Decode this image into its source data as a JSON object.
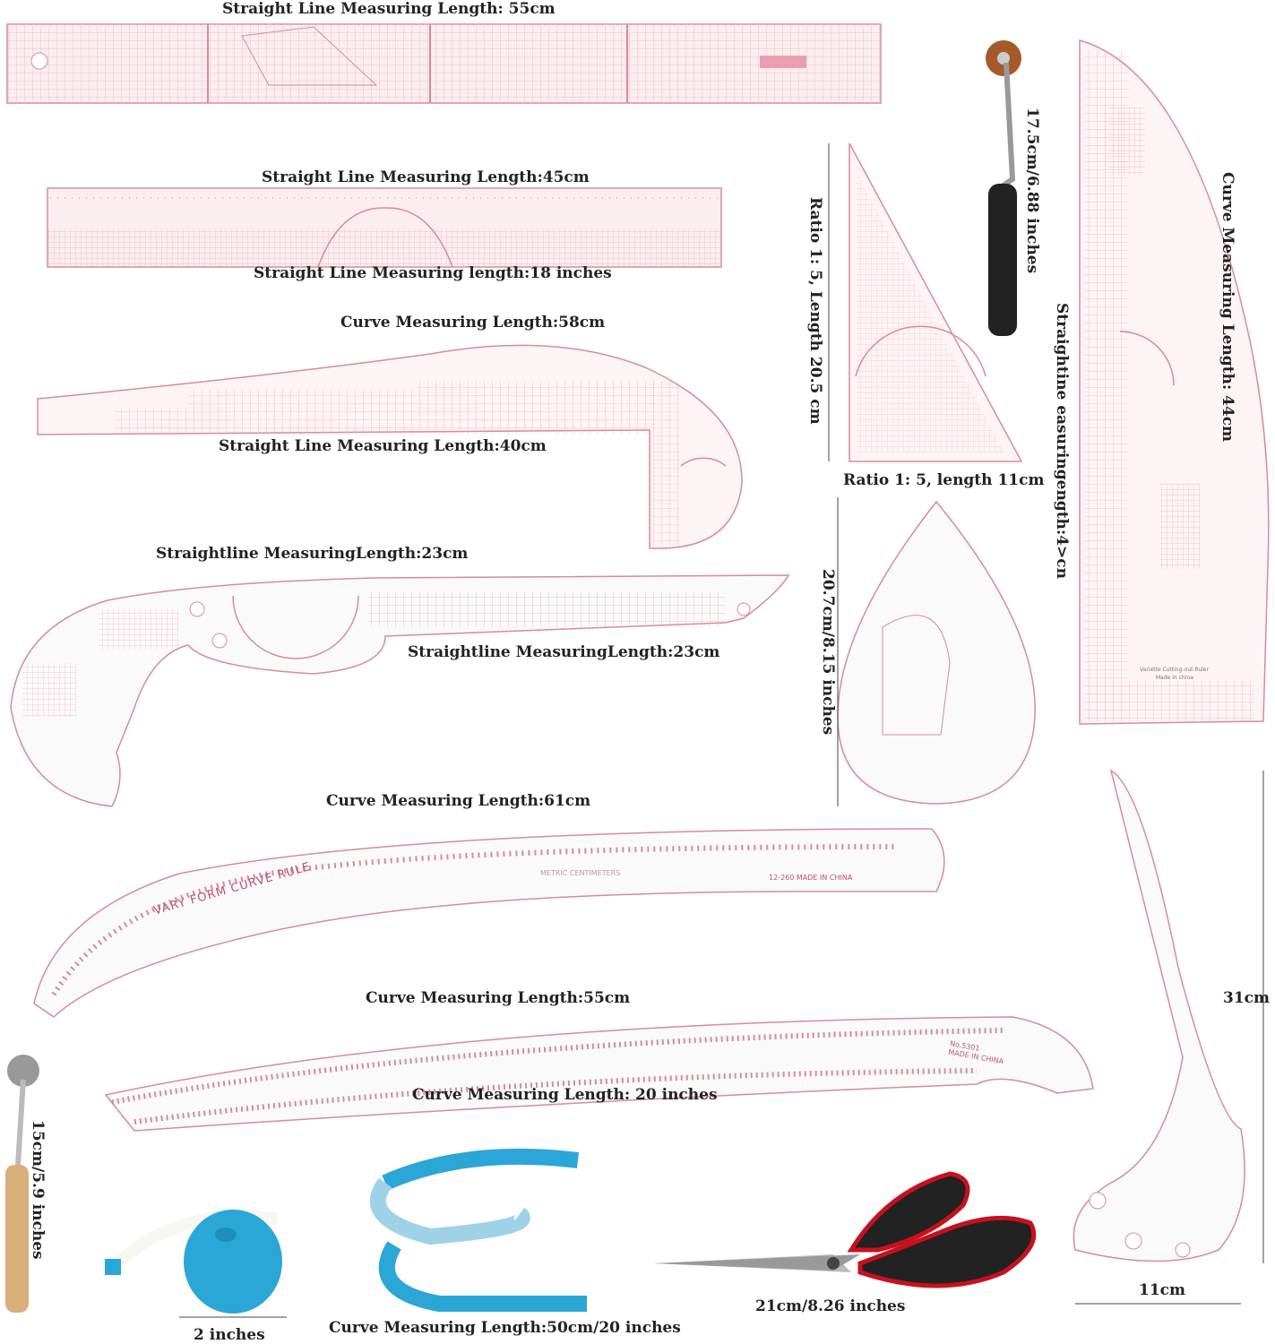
{
  "labels": {
    "straight_55cm": "Straight Line Measuring Length: 55cm",
    "straight_45cm": "Straight Line Measuring Length:45cm",
    "straight_18in": "Straight Line Measuring length:18 inches",
    "curve_58cm": "Curve Measuring Length:58cm",
    "straight_40cm": "Straight Line Measuring Length:40cm",
    "straightline_23cm_a": "Straightline MeasuringLength:23cm",
    "straightline_23cm_b": "Straightline MeasuringLength:23cm",
    "curve_61cm": "Curve Measuring Length:61cm",
    "curve_55cm": "Curve Measuring Length:55cm",
    "curve_20in": "Curve Measuring Length: 20 inches",
    "tape_2in": "2 inches",
    "flexi_50cm": "Curve Measuring Length:50cm/20 inches",
    "scissors_21cm": "21cm/8.26 inches",
    "width_11cm_bottom": "11cm",
    "height_31cm": "31cm",
    "ratio_length_205": "Ratio 1: 5, Length 20.5 cm",
    "ratio_length_11": "Ratio 1: 5, length 11cm",
    "wheel_175cm": "17.5cm/6.88 inches",
    "curve_44cm": "Curve Measuring Length: 44cm",
    "easing_4cm": "Straightine easuringength:4>cn",
    "teardrop_207": "20.7cm/8.15 inches",
    "wheel_15cm": "15cm/5.9 inches"
  },
  "ruler_text": {
    "vary_form": "VARY FORM CURVE RULE",
    "metric": "METRIC    CENTIMETERS",
    "model": "12-260    MADE IN CHINA",
    "made_in_china": "MADE IN CHINA",
    "no_5301": "No.5301",
    "varietle": "Variette Cutting-out Ruler",
    "made_china": "Made in china"
  },
  "colors": {
    "ruler_pink": "#d98a9a",
    "grid_pink": "#e8b4bf",
    "tape_blue": "#2aa7d6",
    "handle_black": "#222222",
    "scissor_red": "#c8101e",
    "wood": "#d9b07a"
  }
}
